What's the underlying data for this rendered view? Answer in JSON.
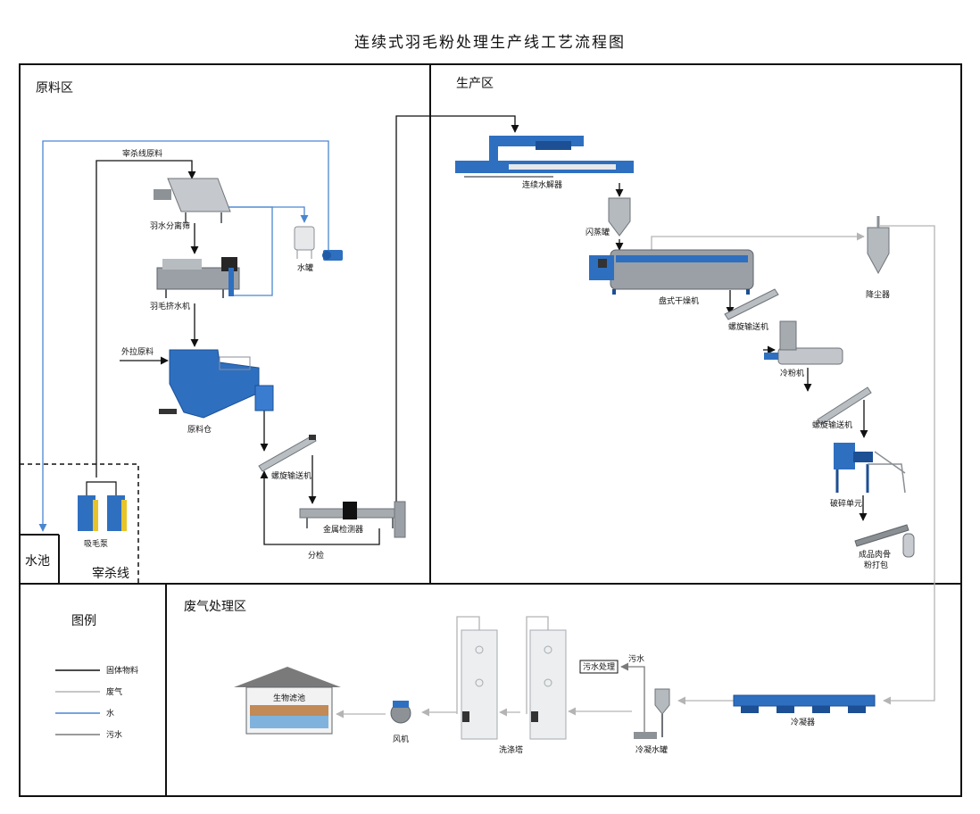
{
  "title": "连续式羽毛粉处理生产线工艺流程图",
  "zones": {
    "raw": "原料区",
    "production": "生产区",
    "gas": "废气处理区",
    "legend": "图例",
    "pool": "水池",
    "slaughter": "宰杀线"
  },
  "labels": {
    "slaughter_raw": "宰杀线原料",
    "separator": "羽水分离筛",
    "tank": "水罐",
    "squeezer": "羽毛挤水机",
    "outside_raw": "外拉原料",
    "raw_bin": "原料仓",
    "screw1": "螺旋输送机",
    "metal_detector": "金属检测器",
    "sorting": "分检",
    "suction_pump": "吸毛泵",
    "hydrolyzer": "连续水解器",
    "flash_tank": "闪蒸罐",
    "disc_dryer": "盘式干燥机",
    "dust_collector": "降尘器",
    "screw2": "螺旋输送机",
    "cooler": "冷粉机",
    "screw3": "螺旋输送机",
    "crusher": "破碎单元",
    "packing_line1": "成品肉骨",
    "packing_line2": "粉打包",
    "biofilter": "生物滤池",
    "fan": "风机",
    "scrubber": "洗涤塔",
    "wastewater_treatment": "污水处理",
    "wastewater": "污水",
    "condensate_tank": "冷凝水罐",
    "condenser": "冷凝器"
  },
  "legend": [
    {
      "label": "固体物料",
      "color": "#111111"
    },
    {
      "label": "废气",
      "color": "#b4b4b4"
    },
    {
      "label": "水",
      "color": "#4a86d0"
    },
    {
      "label": "污水",
      "color": "#7a7a7a"
    }
  ],
  "colors": {
    "solid": "#111111",
    "gas": "#b4b4b4",
    "water": "#4a86d0",
    "sewage": "#7a7a7a",
    "machine_blue": "#2e6fc0",
    "steel": "#9aa0a6"
  }
}
